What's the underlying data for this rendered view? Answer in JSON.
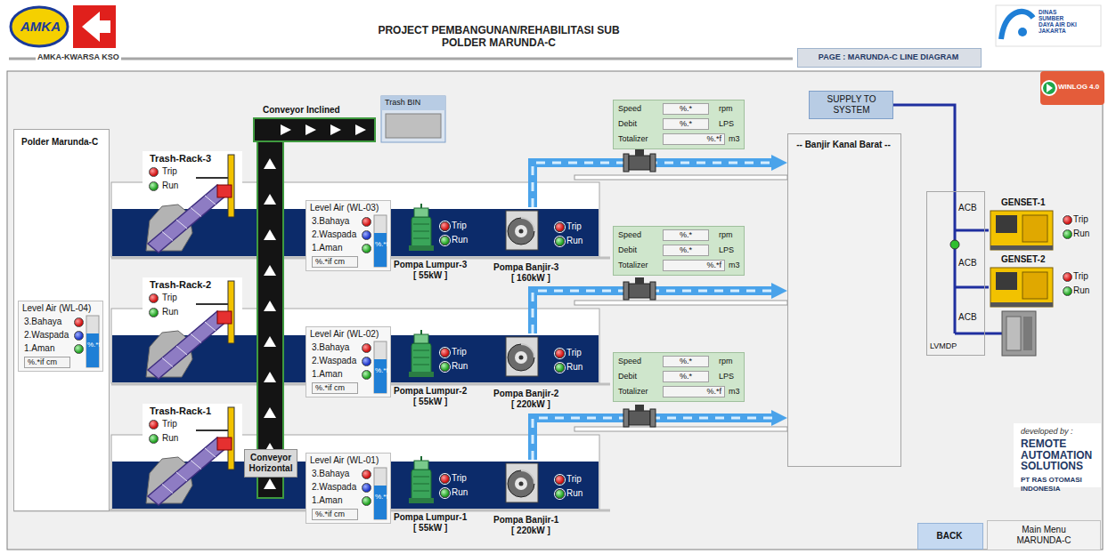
{
  "diagram": {
    "title": "PROJECT PEMBANGUNAN/REHABILITASI SUB POLDER MARUNDA-C",
    "nodes": [
      {
        "text": [
          "PAGE : MARUNDA-C LINE DIAGRAM"
        ]
      },
      {
        "text": [
          "WINLOG 4.0"
        ]
      },
      {
        "text": [
          "Polder Marunda-C"
        ]
      },
      {
        "text": [
          "Level Air (WL-04)",
          "3.Bahaya",
          "2.Waspada",
          "1.Aman",
          "%.*if cm",
          "%.*f"
        ],
        "in": 2
      },
      {
        "text": [
          "Trash-Rack-3",
          "Trip",
          "Run"
        ]
      },
      {
        "text": [
          "Conveyor Inclined"
        ]
      },
      {
        "text": [
          "Trash BIN"
        ]
      },
      {
        "text": [
          "Level Air (WL-03)",
          "3.Bahaya",
          "2.Waspada",
          "1.Aman",
          "%.*if cm",
          "%.*f"
        ]
      },
      {
        "text": [
          "Trip",
          "Run",
          "Pompa Lumpur-3",
          "[ 55kW ]"
        ]
      },
      {
        "text": [
          "Trip",
          "Run",
          "Pompa Banjir-3",
          "[ 160kW ]"
        ]
      },
      {
        "text": [
          "Speed",
          "%.*",
          "rpm",
          "Debit",
          "%.*",
          "LPS",
          "Totalizer",
          "%.*f",
          "m3"
        ]
      },
      {
        "text": [
          "-- Banjir Kanal Barat --"
        ]
      },
      {
        "text": [
          "SUPPLY TO SYSTEM"
        ]
      },
      {
        "text": [
          "ACB",
          "ACB",
          "ACB",
          "LVMDP"
        ]
      },
      {
        "text": [
          "GENSET-1",
          "Trip",
          "Run"
        ]
      },
      {
        "text": [
          "GENSET-2",
          "Trip",
          "Run"
        ]
      },
      {
        "text": [
          "Trash-Rack-2",
          "Trip",
          "Run"
        ]
      },
      {
        "text": [
          "Level Air (WL-02)",
          "3.Bahaya",
          "2.Waspada",
          "1.Aman",
          "%.*if cm",
          "%.*f"
        ]
      },
      {
        "text": [
          "Trip",
          "Run",
          "Pompa Lumpur-2",
          "[ 55kW ]"
        ]
      },
      {
        "text": [
          "Trip",
          "Run",
          "Pompa Banjir-2",
          "[ 220kW ]"
        ]
      },
      {
        "text": [
          "Speed",
          "%.*",
          "rpm",
          "Debit",
          "%.*",
          "LPS",
          "Totalizer",
          "%.*f",
          "m3"
        ]
      },
      {
        "text": [
          "Trash-Rack-1",
          "Trip",
          "Run"
        ]
      },
      {
        "text": [
          "Conveyor Horizontal"
        ]
      },
      {
        "text": [
          "Level Air (WL-01)",
          "3.Bahaya",
          "2.Waspada",
          "1.Aman",
          "%.*if cm",
          "%.*f"
        ]
      },
      {
        "text": [
          "Trip",
          "Run",
          "Pompa Lumpur-1",
          "[ 55kW ]"
        ]
      },
      {
        "text": [
          "Trip",
          "Run",
          "Pompa Banjir-1",
          "[ 220kW ]"
        ]
      },
      {
        "text": [
          "Speed",
          "%.*",
          "rpm",
          "Debit",
          "%.*",
          "LPS",
          "Totalizer",
          "%.*f",
          "m3"
        ]
      },
      {
        "text": [
          "BACK"
        ]
      },
      {
        "text": [
          "Main Menu MARUNDA-C"
        ]
      }
    ],
    "edges": [
      {
        "from": 9,
        "to": 11,
        "arrow": "to"
      },
      {
        "from": 19,
        "to": 11,
        "arrow": "to"
      },
      {
        "from": 25,
        "to": 11,
        "arrow": "to"
      },
      {
        "from": 12,
        "to": 13,
        "arrow": "none"
      },
      {
        "from": 13,
        "to": 14,
        "arrow": "none"
      },
      {
        "from": 13,
        "to": 15,
        "arrow": "none"
      }
    ],
    "labels": [
      "AMKA",
      "AMKA-KWARSA KSO",
      "DINAS SUMBER DAYA AIR DKI JAKARTA",
      "developed by :",
      "REMOTE AUTOMATION SOLUTIONS",
      "PT RAS OTOMASI INDONESIA"
    ]
  }
}
